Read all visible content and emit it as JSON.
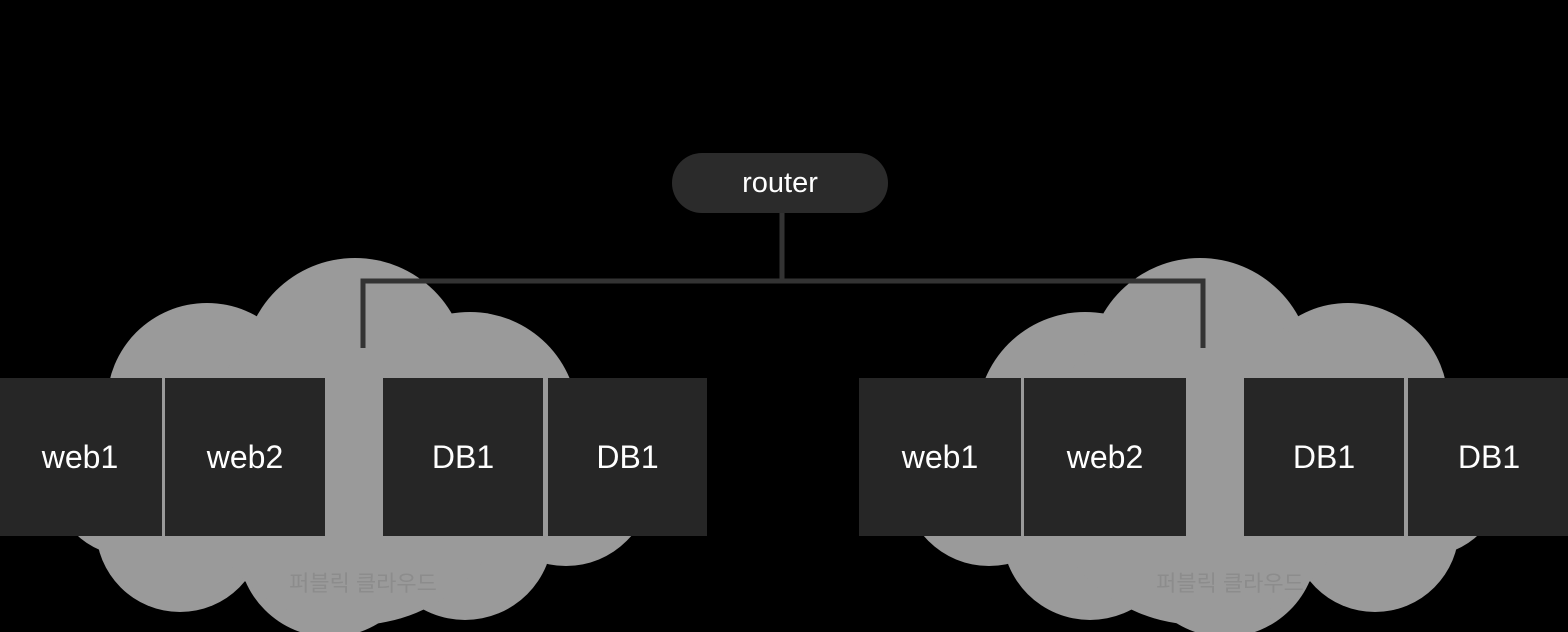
{
  "diagram": {
    "type": "network-topology",
    "background_color": "#000000",
    "router": {
      "label": "router"
    },
    "connections": [
      {
        "from": "router",
        "to": "cloud-1"
      },
      {
        "from": "router",
        "to": "cloud-2"
      }
    ],
    "colors": {
      "cloud_fill": "#9a9a9a",
      "node_fill": "#262626",
      "router_fill": "#2b2b2b",
      "connector_line": "#333333",
      "node_text": "#ffffff",
      "cloud_label_text": "#8c8c8c"
    },
    "clouds": [
      {
        "id": "cloud-1",
        "label": "퍼블릭 클라우드",
        "nodes": [
          {
            "label": "web1"
          },
          {
            "label": "web2"
          },
          {
            "label": "DB1"
          },
          {
            "label": "DB1"
          }
        ]
      },
      {
        "id": "cloud-2",
        "label": "퍼블릭 클라우드",
        "nodes": [
          {
            "label": "web1"
          },
          {
            "label": "web2"
          },
          {
            "label": "DB1"
          },
          {
            "label": "DB1"
          }
        ]
      }
    ]
  }
}
